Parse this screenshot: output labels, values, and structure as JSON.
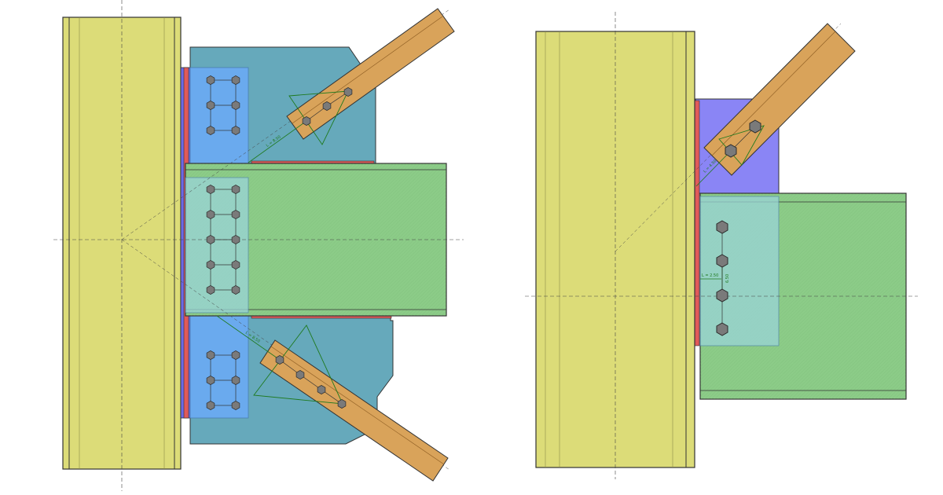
{
  "colors": {
    "column": "#dcdc78",
    "plate_blue": "#6aaaee",
    "gusset": "#66a9bb",
    "beam": "#8ccc88",
    "brace": "#d9a35a",
    "shim_red": "#e05a5a",
    "shim_purple": "#8a85f5",
    "bolt": "#7a7a7a",
    "outline": "#333333",
    "guide_green": "#1f7a1f"
  },
  "views": [
    {
      "name": "left-connection-view",
      "label": ""
    },
    {
      "name": "right-connection-view",
      "label": ""
    }
  ],
  "labels": {
    "upper_brace_dim": "L = 8.50",
    "lower_brace_dim": "L = 8.50",
    "right_brace_dim": "L = 4.50",
    "right_bolt_dim_1": "L = 2.50",
    "right_bolt_dim_2": "6.50"
  },
  "icons": {
    "bolt": "hex-bolt-icon"
  }
}
